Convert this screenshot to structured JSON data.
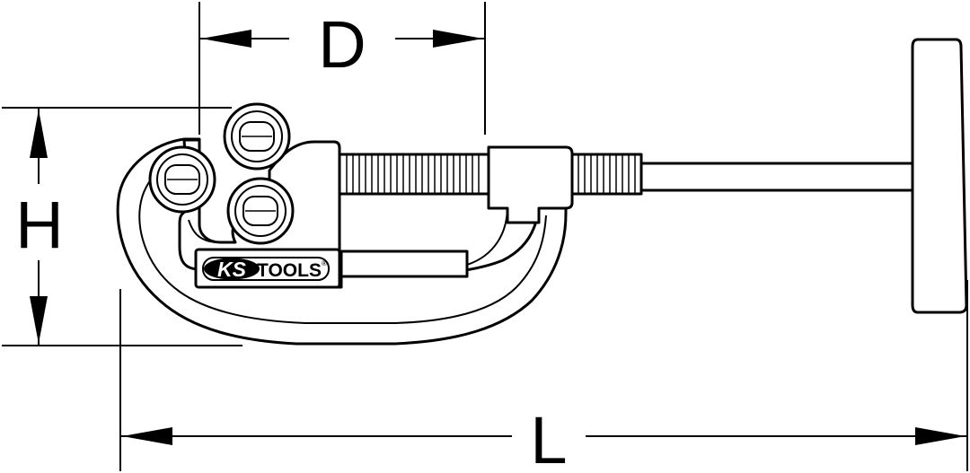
{
  "dimensions": {
    "diameter_label": "D",
    "height_label": "H",
    "length_label": "L"
  },
  "brand": {
    "logo_ks": "KS",
    "logo_tools": "TOOLS",
    "logo_mark": "®"
  },
  "colors": {
    "line": "#000000",
    "background": "#ffffff"
  }
}
